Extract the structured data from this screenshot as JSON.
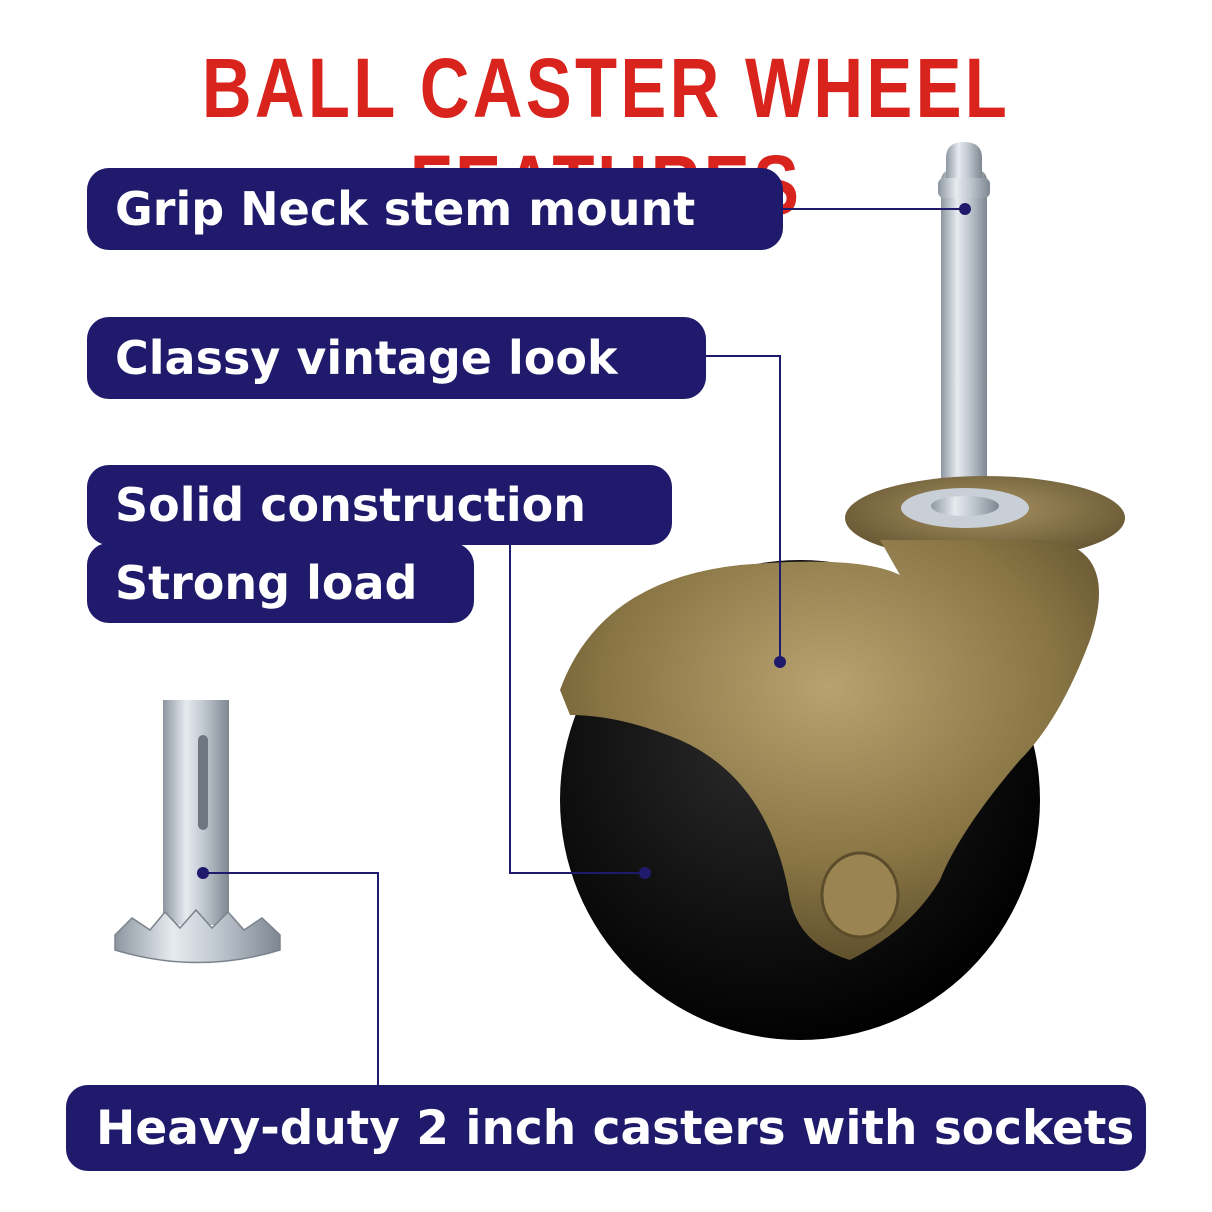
{
  "title": "BALL CASTER WHEEL FEATURES",
  "features": {
    "grip_neck": "Grip Neck stem mount",
    "vintage": "Classy vintage look",
    "solid": "Solid construction",
    "strong": "Strong load",
    "heavy_duty": "Heavy-duty 2 inch casters with sockets"
  },
  "colors": {
    "title": "#d9231d",
    "label_bg": "#1f1a6b",
    "leader_line": "#1f1a6b"
  }
}
